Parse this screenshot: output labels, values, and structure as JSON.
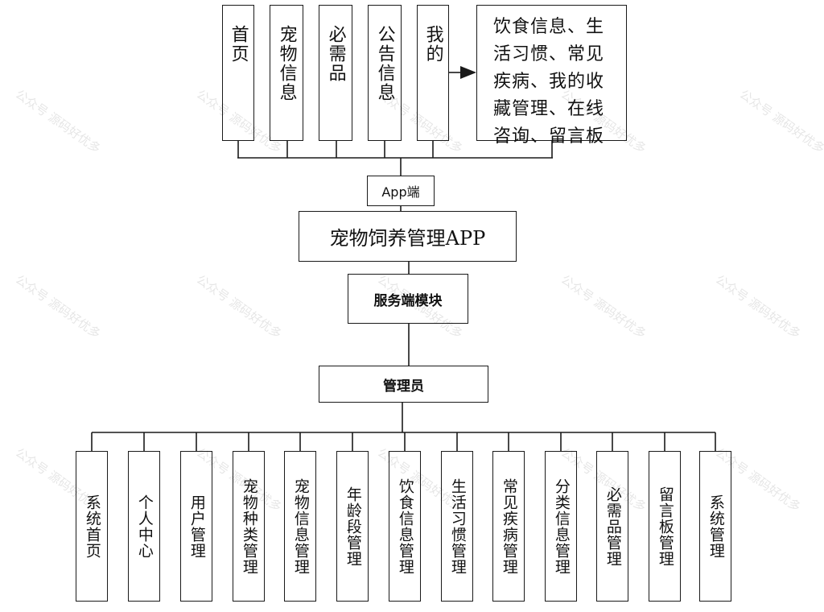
{
  "app_nav": [
    {
      "label": "首页"
    },
    {
      "label": "宠物信息"
    },
    {
      "label": "必需品"
    },
    {
      "label": "公告信息"
    },
    {
      "label": "我的"
    }
  ],
  "my_details": "饮食信息、生活习惯、常见疾病、我的收藏管理、在线咨询、留言板",
  "app_end": "App端",
  "system_title": "宠物饲养管理APP",
  "server_module": "服务端模块",
  "admin": "管理员",
  "admin_functions": [
    {
      "label": "系统首页"
    },
    {
      "label": "个人中心"
    },
    {
      "label": "用户管理"
    },
    {
      "label": "宠物种类管理"
    },
    {
      "label": "宠物信息管理"
    },
    {
      "label": "年龄段管理"
    },
    {
      "label": "饮食信息管理"
    },
    {
      "label": "生活习惯管理"
    },
    {
      "label": "常见疾病管理"
    },
    {
      "label": "分类信息管理"
    },
    {
      "label": "必需品管理"
    },
    {
      "label": "留言板管理"
    },
    {
      "label": "系统管理"
    }
  ],
  "watermark": "公众号 源码好优多"
}
